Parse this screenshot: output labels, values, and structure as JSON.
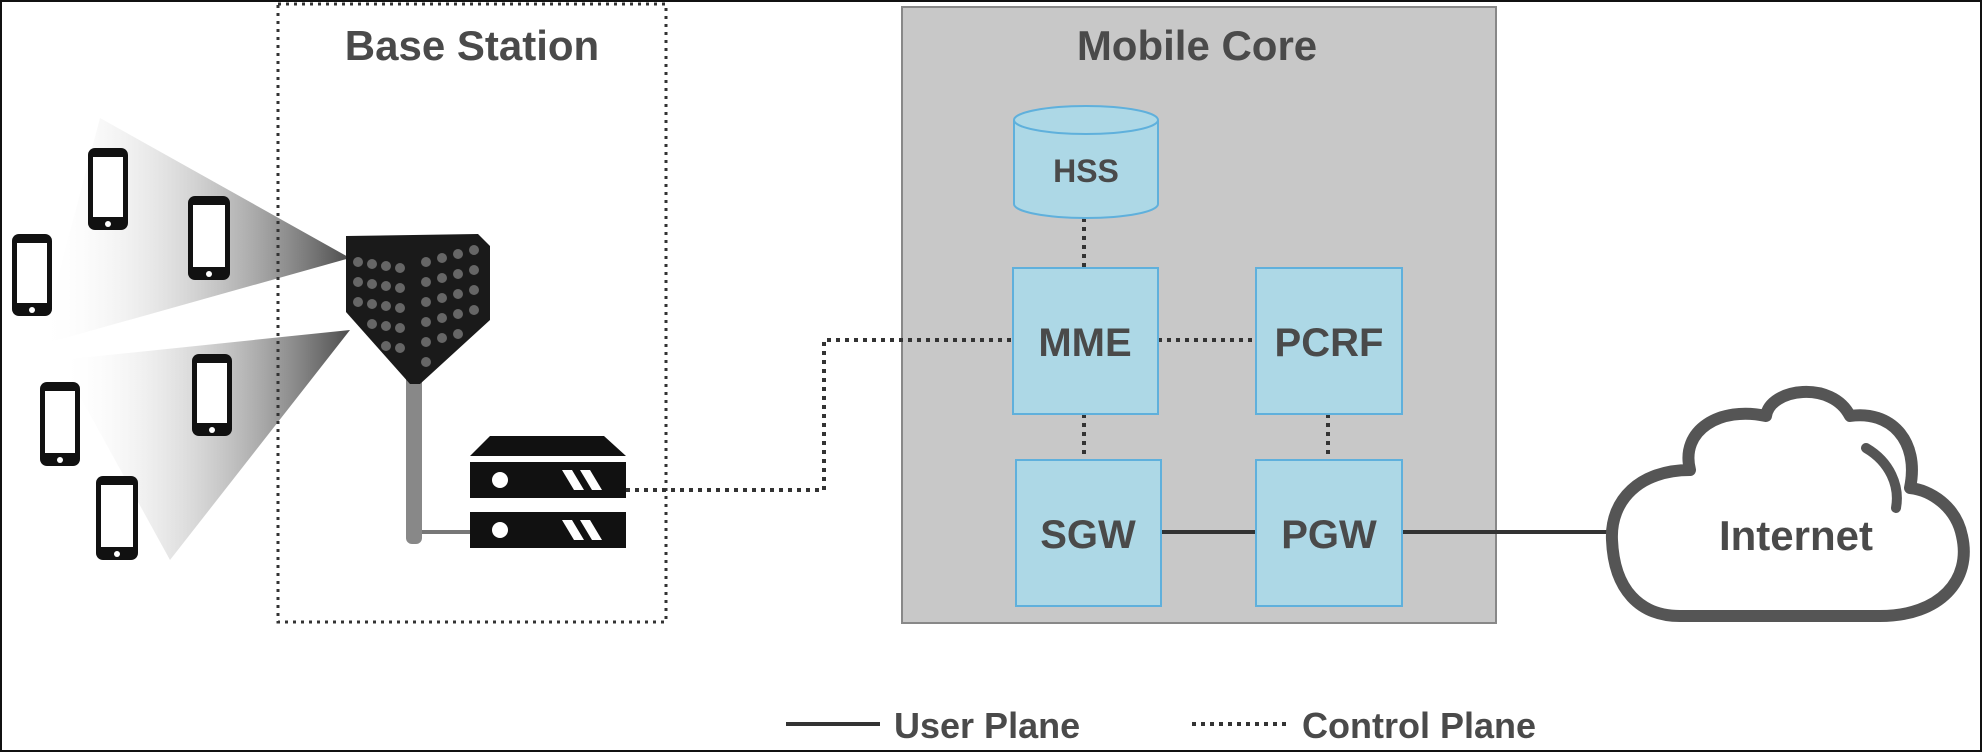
{
  "base_station": {
    "title": "Base Station"
  },
  "mobile_core": {
    "title": "Mobile Core",
    "nodes": {
      "hss": "HSS",
      "mme": "MME",
      "pcrf": "PCRF",
      "sgw": "SGW",
      "pgw": "PGW"
    }
  },
  "internet": {
    "label": "Internet"
  },
  "legend": {
    "user_plane": "User Plane",
    "control_plane": "Control Plane"
  },
  "colors": {
    "node_fill": "#add8e6",
    "node_stroke": "#5fb0dc",
    "core_fill": "#c8c8c8",
    "text": "#4a4a4a",
    "line": "#333333"
  },
  "icons": {
    "phones": "smartphone-icon",
    "antenna": "cell-antenna-icon",
    "enodeb": "server-rack-icon",
    "cloud": "cloud-icon"
  }
}
